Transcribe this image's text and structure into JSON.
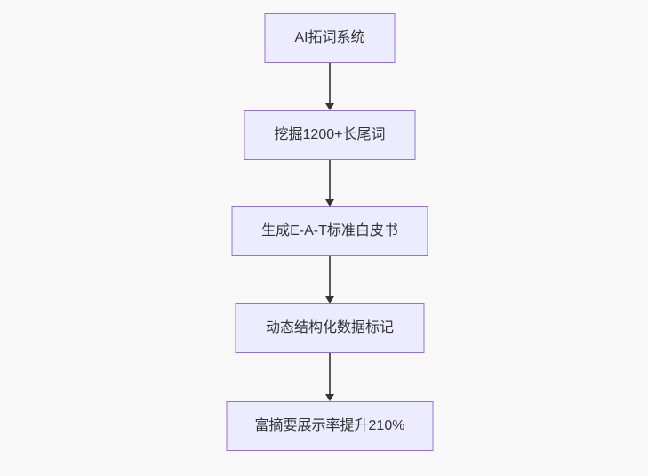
{
  "diagram": {
    "type": "flowchart",
    "direction": "top-to-bottom",
    "nodes": [
      {
        "label": "AI拓词系统"
      },
      {
        "label": "挖掘1200+长尾词"
      },
      {
        "label": "生成E-A-T标准白皮书"
      },
      {
        "label": "动态结构化数据标记"
      },
      {
        "label": "富摘要展示率提升210%"
      }
    ],
    "edges": [
      {
        "from": 0,
        "to": 1
      },
      {
        "from": 1,
        "to": 2
      },
      {
        "from": 2,
        "to": 3
      },
      {
        "from": 3,
        "to": 4
      }
    ],
    "colors": {
      "background": "#f8f8f8",
      "node_fill": "#ececff",
      "node_border": "#9370db",
      "node_text": "#333333",
      "edge_line": "#5a5a5a",
      "edge_arrowhead": "#333333"
    }
  }
}
